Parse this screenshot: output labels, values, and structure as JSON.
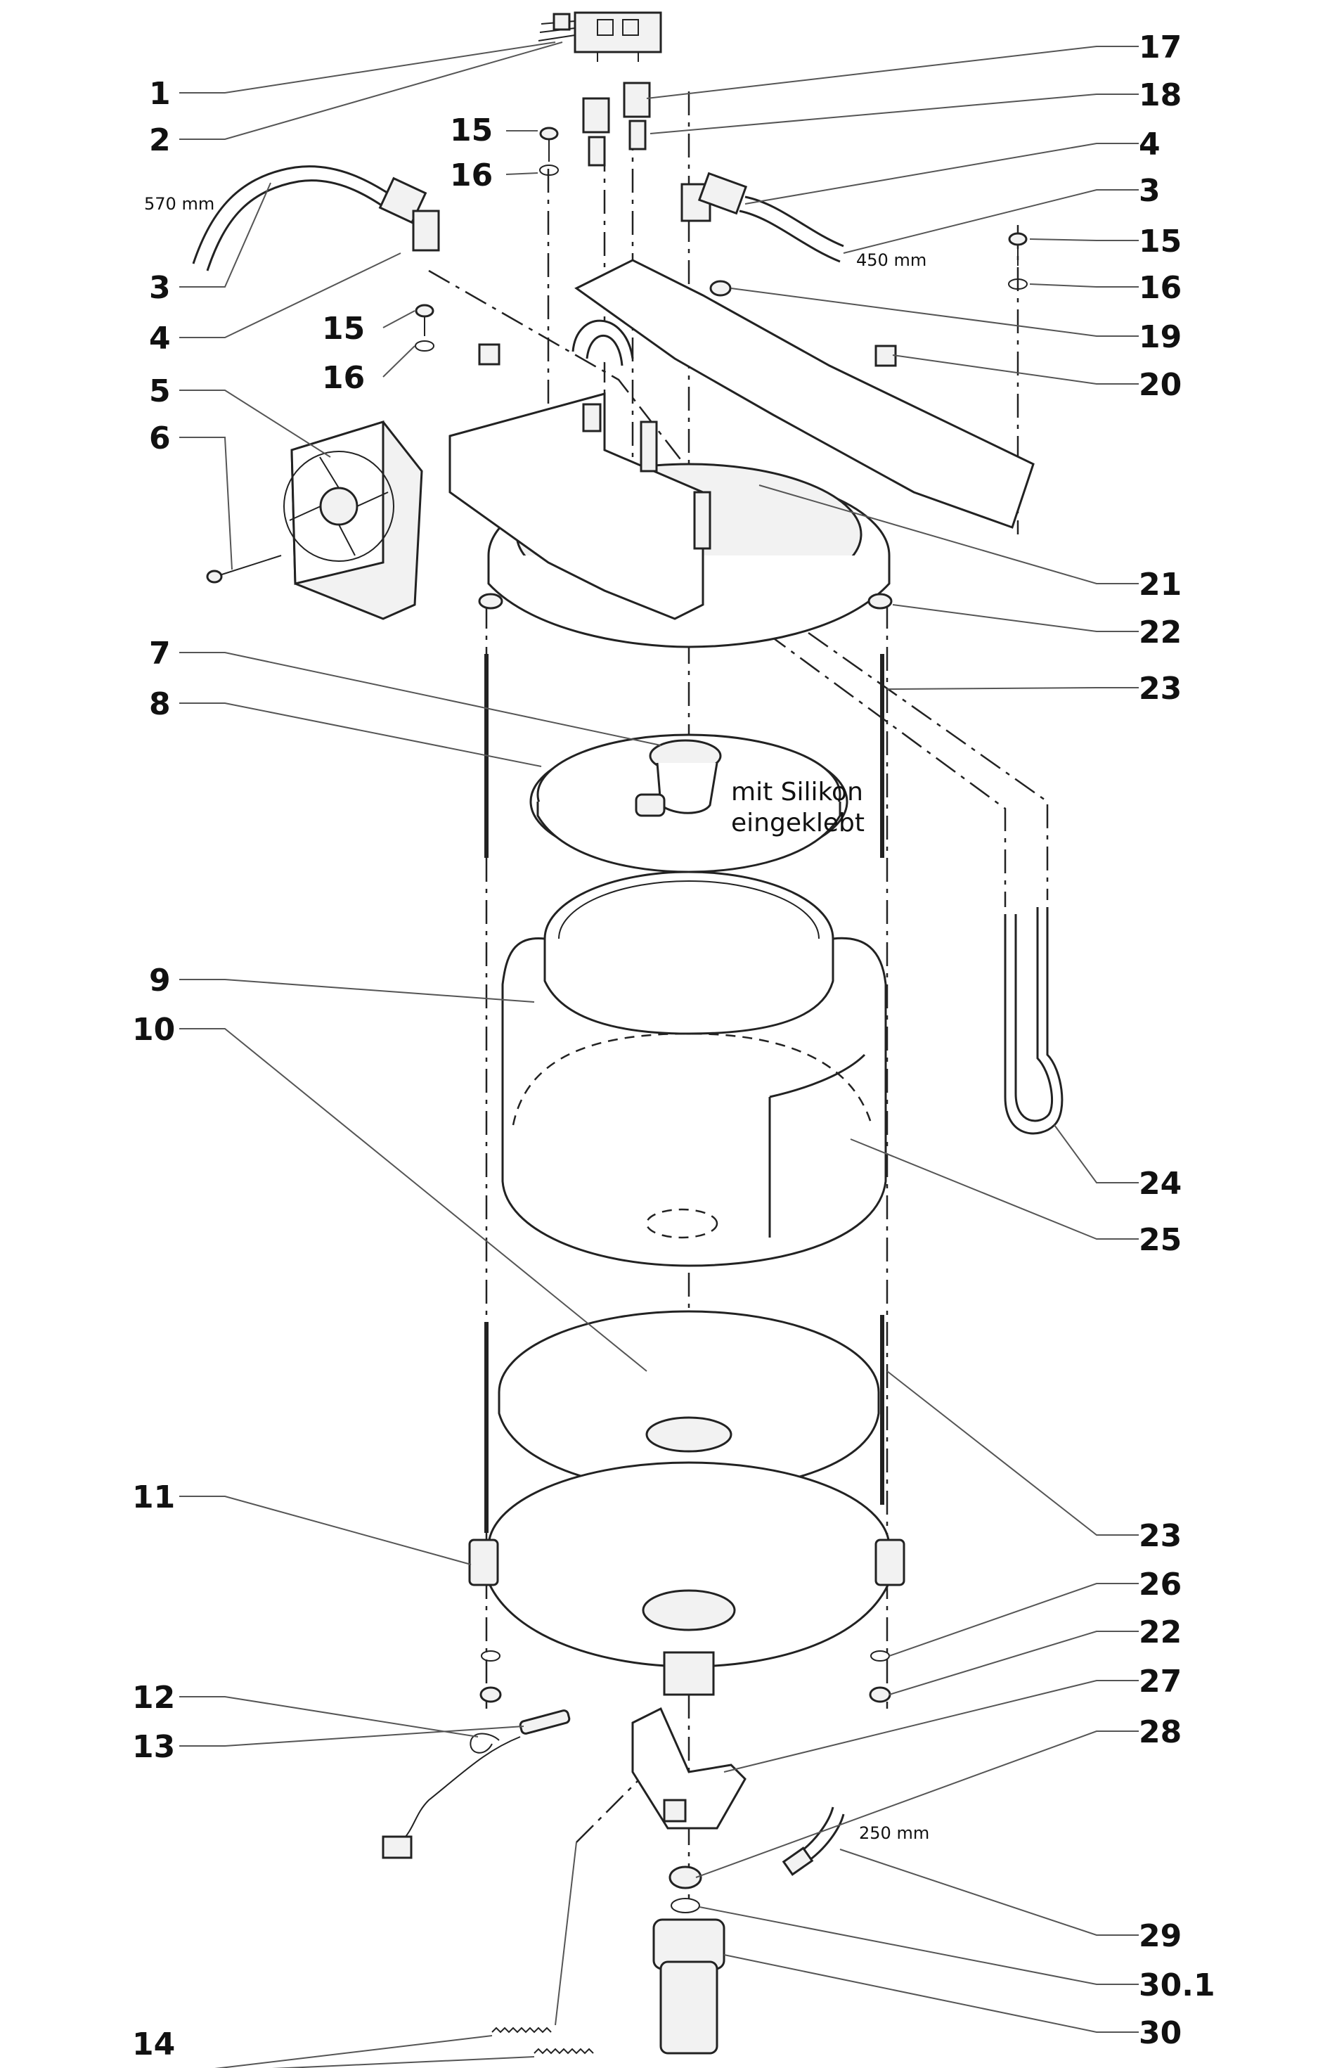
{
  "labels_left": [
    "1",
    "2",
    "15",
    "16",
    "3",
    "4",
    "15",
    "16",
    "5",
    "6",
    "7",
    "8",
    "9",
    "10",
    "11",
    "12",
    "13",
    "14"
  ],
  "labels_right": [
    "17",
    "18",
    "4",
    "3",
    "15",
    "16",
    "19",
    "20",
    "21",
    "22",
    "23",
    "24",
    "25",
    "23",
    "26",
    "22",
    "27",
    "28",
    "29",
    "30.1",
    "30"
  ],
  "dimensions": {
    "hose_left": "570 mm",
    "hose_right": "450 mm",
    "hose_bottom": "250 mm"
  },
  "note": {
    "line1": "mit Silikon",
    "line2": "eingeklebt"
  }
}
